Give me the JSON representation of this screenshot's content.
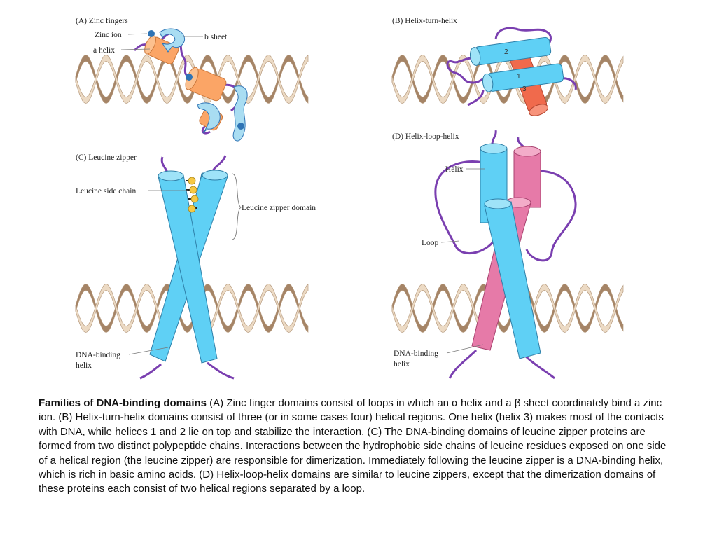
{
  "colors": {
    "dna_back": "#a58466",
    "dna_front": "#ecdac4",
    "dna_edge": "#b69a7e",
    "helix_blue": "#5fd0f5",
    "helix_blue_dark": "#2ea7d4",
    "helix_pink": "#e67aa8",
    "helix_pink_dark": "#c24f84",
    "helix_orange": "#fba566",
    "helix_red": "#f06a4c",
    "loop_purple": "#7a3fb0",
    "zinc_blue": "#2f74b5",
    "leucine_yellow": "#f6c843"
  },
  "panels": {
    "a": {
      "title": "(A)  Zinc fingers",
      "zinc_ion": "Zinc ion",
      "a_helix": "a helix",
      "b_sheet": "b sheet"
    },
    "b": {
      "title": "(B)  Helix-turn-helix",
      "helix_numbers": [
        "2",
        "1",
        "3"
      ]
    },
    "c": {
      "title": "(C)  Leucine zipper",
      "side_chain": "Leucine side chain",
      "zipper_domain": "Leucine zipper domain",
      "binding_1": "DNA-binding",
      "binding_2": "helix"
    },
    "d": {
      "title": "(D)  Helix-loop-helix",
      "helix": "Helix",
      "loop": "Loop",
      "binding_1": "DNA-binding",
      "binding_2": "helix"
    }
  },
  "caption": {
    "lead": "Families of DNA-binding domains",
    "body": " (A) Zinc finger domains consist of loops in which an α helix and a β sheet coordinately bind a zinc ion. (B) Helix-turn-helix domains consist of three (or in some cases four) helical regions. One helix (helix 3) makes most of the contacts with DNA, while helices 1 and 2 lie on top and stabilize the interaction. (C) The DNA-binding domains of leucine zipper proteins are formed from two distinct polypeptide chains. Interactions between the hydrophobic side chains of leucine residues exposed on one side of a helical region (the leucine zipper) are responsible for dimerization. Immediately following the leucine zipper is a DNA-binding helix, which is rich in basic amino acids. (D) Helix-loop-helix domains are similar to leucine zippers, except that the dimerization domains of these proteins each consist of two helical regions separated by a loop."
  }
}
